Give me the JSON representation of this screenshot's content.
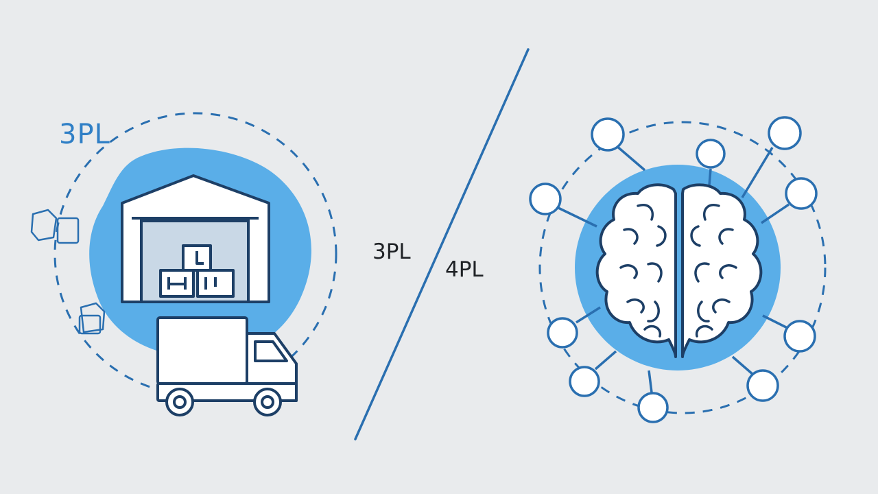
{
  "left_title": "3PL",
  "center_labels": {
    "left": "3PL",
    "right": "4PL"
  },
  "icons": {
    "left": [
      "warehouse-icon",
      "boxes-icon",
      "delivery-truck-icon",
      "small-boxes-icon"
    ],
    "right": [
      "brain-icon",
      "network-node-icon"
    ]
  },
  "colors": {
    "background": "#e9ebed",
    "accent_blue": "#5aaee8",
    "line_blue": "#2a6fb0",
    "title_blue": "#2f7fc6",
    "text_dark": "#1f2226"
  }
}
